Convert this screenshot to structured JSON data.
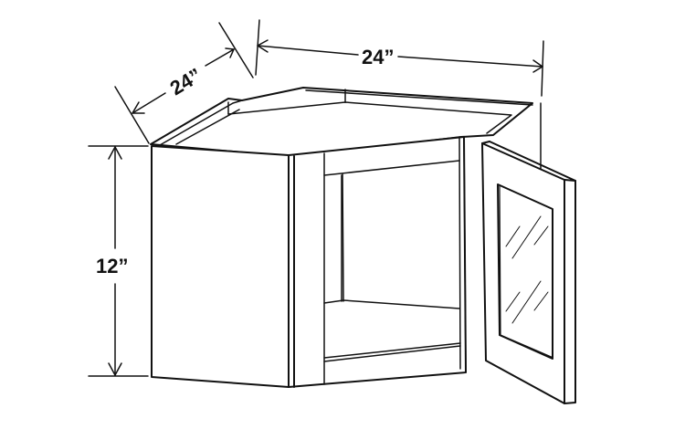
{
  "diagram": {
    "subject": "Corner wall cabinet with single glass-panel door (open)",
    "line_color": "#111111",
    "background": "#ffffff",
    "dimensions": {
      "left_depth": {
        "label": "24”",
        "value_in": 24
      },
      "right_width": {
        "label": "24”",
        "value_in": 24
      },
      "height": {
        "label": "12”",
        "value_in": 12
      }
    },
    "parts": [
      "left side panel",
      "face frame",
      "open interior with shelf",
      "right side panel",
      "glass panel door"
    ]
  }
}
